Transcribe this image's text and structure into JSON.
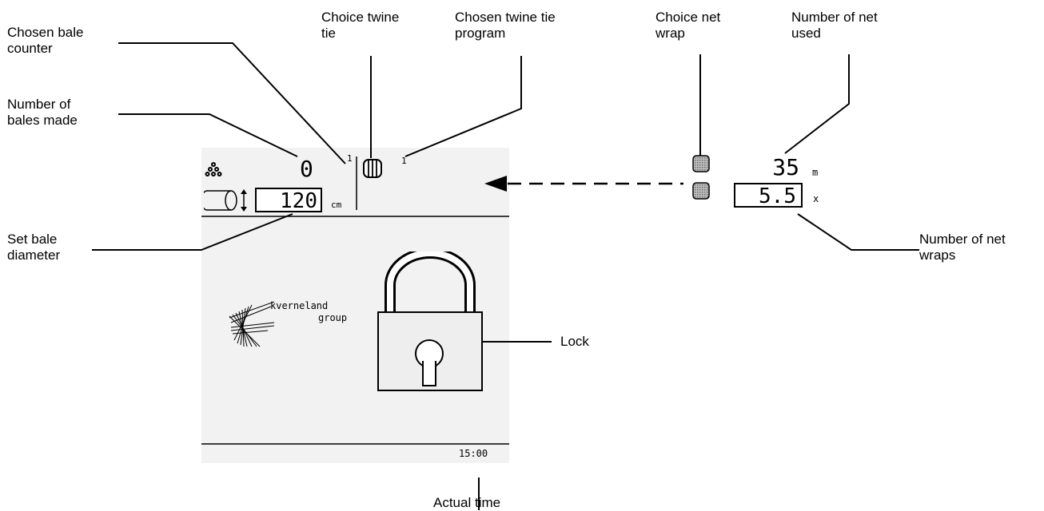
{
  "callouts": {
    "chosen_bale_counter": [
      "Chosen bale",
      "counter"
    ],
    "choice_twine_tie": [
      "Choice twine",
      "tie"
    ],
    "chosen_twine_tie_program": [
      "Chosen twine tie",
      "program"
    ],
    "choice_net_wrap": [
      "Choice net",
      "wrap"
    ],
    "number_of_net_used": [
      "Number of net",
      "used"
    ],
    "number_of_bales_made": [
      "Number of",
      "bales made"
    ],
    "set_bale_diameter": [
      "Set bale",
      "diameter"
    ],
    "number_of_net_wraps": [
      "Number of net",
      "wraps"
    ],
    "lock": [
      "Lock"
    ],
    "actual_time": [
      "Actual time"
    ]
  },
  "display": {
    "bales_made": "0",
    "bale_counter_index": "1",
    "twine_program_index": "1",
    "bale_diameter": "120",
    "diameter_unit": "cm",
    "net_used": "35",
    "net_used_unit": "m",
    "net_wraps": "5.5",
    "net_wraps_unit": "x",
    "time": "15:00",
    "logo_line1": "kverneland",
    "logo_line2": "group"
  },
  "icons": {
    "bale_stack": "bale-stack-icon",
    "bale_diameter": "bale-diameter-icon",
    "twine_tie": "twine-tie-icon",
    "net_wrap": "net-wrap-icon",
    "lock": "padlock-icon",
    "logo": "kverneland-logo"
  }
}
